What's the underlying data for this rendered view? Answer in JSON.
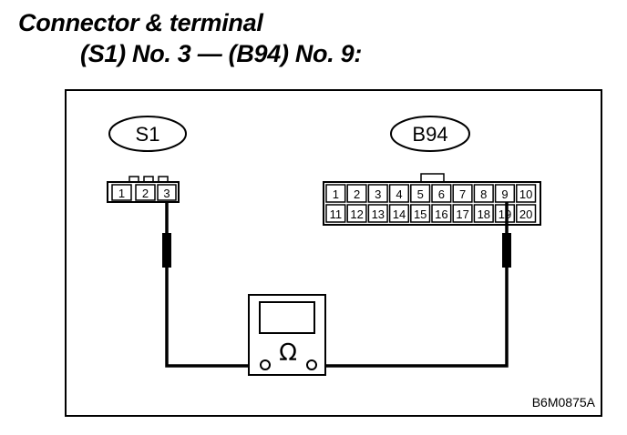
{
  "heading": {
    "line1": "Connector & terminal",
    "line2": "(S1) No. 3 — (B94) No. 9:"
  },
  "connectors": {
    "s1": {
      "label": "S1",
      "pins": [
        "1",
        "2",
        "3"
      ]
    },
    "b94": {
      "label": "B94",
      "row1": [
        "1",
        "2",
        "3",
        "4",
        "5",
        "6",
        "7",
        "8",
        "9",
        "10"
      ],
      "row2": [
        "11",
        "12",
        "13",
        "14",
        "15",
        "16",
        "17",
        "18",
        "19",
        "20"
      ]
    }
  },
  "meter": {
    "symbol": "Ω"
  },
  "figure_code": "B6M0875A"
}
